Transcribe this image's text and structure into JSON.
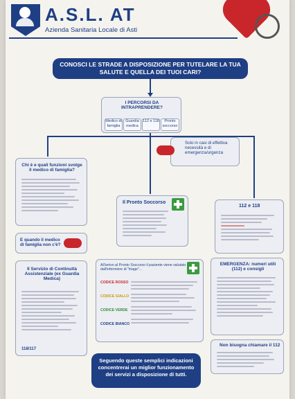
{
  "header": {
    "title": "A.S.L. AT",
    "subtitle": "Azienda Sanitaria Locale di Asti"
  },
  "banner_top": "CONOSCI LE STRADE A DISPOSIZIONE PER TUTELARE LA TUA SALUTE E QUELLA DEI TUOI CARI?",
  "paths_box": {
    "title": "I PERCORSI DA INTRAPRENDERE?",
    "options": [
      "Medico di famiglia",
      "Guardia medica",
      "112 e 118",
      "Pronto soccorso"
    ]
  },
  "emergency_box": "Solo in casi di effettiva necessità e di emergenza/urgenza",
  "gp_box_title": "Chi è e quali funzioni svolge il medico di famiglia?",
  "when_gp": "E quando il medico di famiglia non c'è?",
  "guardia_box": {
    "title": "Il Servizio di Continuità Assistenziale (ex Guardia Medica)",
    "number": "118/117"
  },
  "ps_box_title": "Il Pronto Soccorso",
  "n112_box": {
    "title": "112 e 118"
  },
  "codes_box": {
    "intro": "All'arrivo al Pronto Soccorso il paziente viene valutato dall'infermiere di \"triage\"...",
    "codes": [
      "CODICE ROSSO",
      "CODICE GIALLO",
      "CODICE VERDE",
      "CODICE BIANCO"
    ]
  },
  "emergenze_box": {
    "title": "EMERGENZA: numeri utili (112) e consigli"
  },
  "non_call_box": {
    "title": "Non bisogna chiamare il 112"
  },
  "banner_bottom": "Seguendo queste semplici indicazioni concentrerai un miglior funzionamento dei servizi a disposizione di tutti."
}
